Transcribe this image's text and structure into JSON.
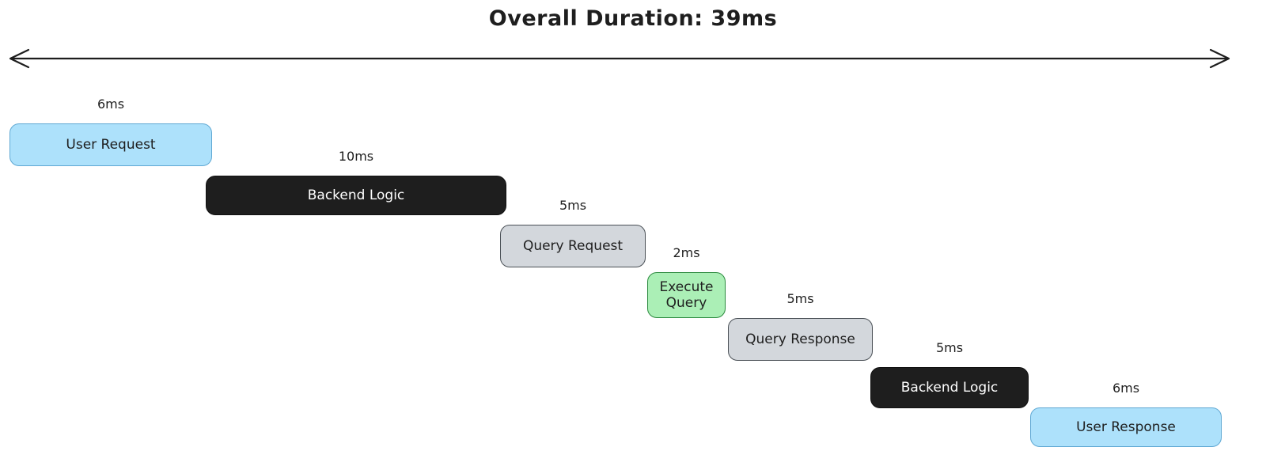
{
  "title": "Overall Duration: 39ms",
  "total_duration_ms": 39,
  "arrow": {
    "color": "#1e1e1e"
  },
  "timeline": {
    "items": [
      {
        "label": "User Request",
        "duration": "6ms",
        "duration_ms": 6,
        "fill": "#ade1fb",
        "border": "#5fa8d3",
        "text": "#1e1e1e"
      },
      {
        "label": "Backend Logic",
        "duration": "10ms",
        "duration_ms": 10,
        "fill": "#1e1e1e",
        "border": "#111111",
        "text": "#ffffff"
      },
      {
        "label": "Query Request",
        "duration": "5ms",
        "duration_ms": 5,
        "fill": "#d3d7dc",
        "border": "#4a5056",
        "text": "#1e1e1e"
      },
      {
        "label": "Execute Query",
        "duration": "2ms",
        "duration_ms": 2,
        "fill": "#abefb6",
        "border": "#2b8a3e",
        "text": "#1e1e1e"
      },
      {
        "label": "Query Response",
        "duration": "5ms",
        "duration_ms": 5,
        "fill": "#d3d7dc",
        "border": "#4a5056",
        "text": "#1e1e1e"
      },
      {
        "label": "Backend Logic",
        "duration": "5ms",
        "duration_ms": 5,
        "fill": "#1e1e1e",
        "border": "#111111",
        "text": "#ffffff"
      },
      {
        "label": "User Response",
        "duration": "6ms",
        "duration_ms": 6,
        "fill": "#ade1fb",
        "border": "#5fa8d3",
        "text": "#1e1e1e"
      }
    ]
  }
}
